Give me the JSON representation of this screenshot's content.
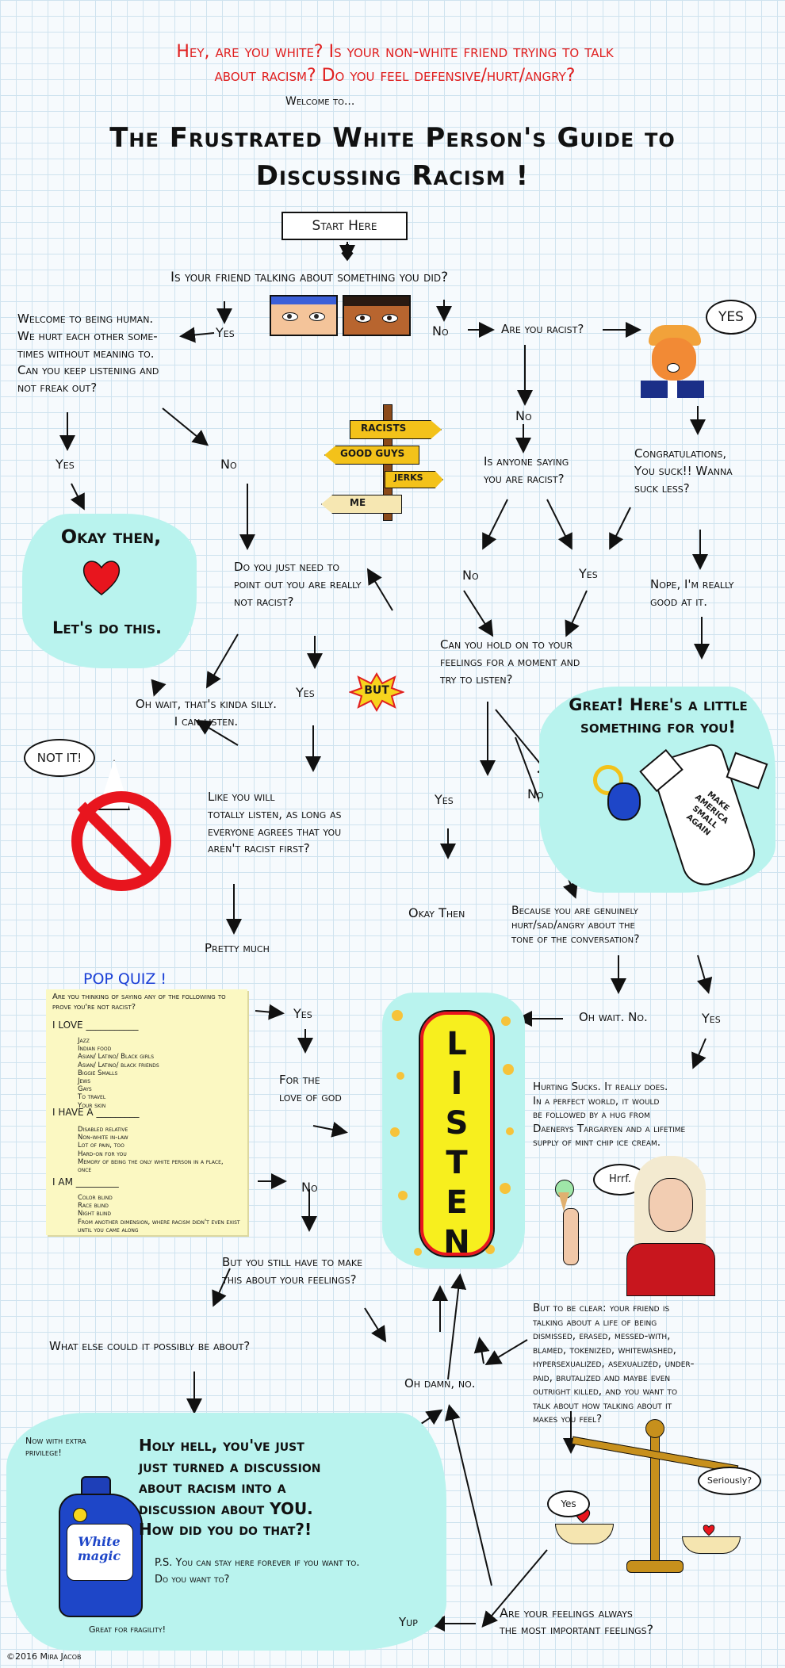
{
  "header": {
    "intro_line1": "Hey, are you white? Is your non-white friend trying to talk",
    "intro_line2": "about racism? Do you feel defensive/hurt/angry?",
    "welcome": "Welcome to...",
    "title_line1": "The Frustrated White Person's Guide to",
    "title_line2": "Discussing Racism !"
  },
  "start_label": "Start Here",
  "q_talking": "Is your friend talking about something you did?",
  "yes": "Yes",
  "no": "No",
  "welcome_human": "Welcome to being human.\nWe hurt each other some-\ntimes without meaning to.\nCan you keep listening and\nnot freak out?",
  "are_you_racist": "Are you racist?",
  "trump_yes": "YES",
  "congrats": "Congratulations,\nYou suck!! Wanna\nsuck less?",
  "anyone_saying": "Is anyone saying\nyou are racist?",
  "nope_good": "Nope, I'm really\ngood at it.",
  "signpost": [
    "RACISTS",
    "GOOD GUYS",
    "JERKS",
    "ME"
  ],
  "okay_then": "Okay then,",
  "lets_do_this": "Let's do this.",
  "point_out": "Do you just need to\npoint out you are really\nnot racist?",
  "but_label": "BUT",
  "hold_on": "Can you hold on to your\nfeelings for a moment and\ntry to listen?",
  "great_gift": "Great! Here's a little\nsomething for you!",
  "onesie_text": "MAKE AMERICA SMALL AGAIN",
  "oh_wait_silly": "Oh wait, that's kinda silly.\nI can listen.",
  "not_it": "NOT IT!",
  "like_you_will": "Like you will\ntotally listen, as long as\neveryone agrees that you\naren't racist first?",
  "okay_then_lower": "Okay Then",
  "because_hurt": "Because you are genuinely\nhurt/sad/angry about the\ntone of the conversation?",
  "pretty_much": "Pretty much",
  "pop_quiz": {
    "title": "POP QUIZ !",
    "question": "Are you thinking of saying any of the following to prove you're not racist?",
    "i_love": "I LOVE ___________",
    "love_items": [
      "Jazz",
      "Indian food",
      "Asian/ Latino/ Black girls",
      "Asian/ Latino/ black friends",
      "Biggie Smalls",
      "Jews",
      "Gays",
      "To travel",
      "Your skin"
    ],
    "i_have": "I HAVE A _________",
    "have_items": [
      "Disabled relative",
      "Non-white in-law",
      "Lot of pain, too",
      "Hard-on for you",
      "Memory of being the only white person in a place, once"
    ],
    "i_am": "I AM _________",
    "am_items": [
      "Color blind",
      "Race blind",
      "Night blind",
      "From another dimension, where racism didn't even exist until you came along"
    ]
  },
  "for_love_of_god": "For the\nlove of god",
  "listen": "LISTEN",
  "oh_wait_no": "Oh wait. No.",
  "hurting_sucks": "Hurting Sucks. It really does.\nIn a perfect world, it would\nbe followed by a hug from\nDaenerys Targaryen and a lifetime\nsupply of mint chip ice cream.",
  "hrrf": "Hrrf.",
  "still_feelings": "But you still have to make\nthis about your feelings?",
  "what_else": "What else could it possibly be about?",
  "oh_damn_no": "Oh damn, no.",
  "to_be_clear": "But to be clear: your friend is\ntalking about a life of being\ndismissed, erased, messed-with,\nblamed, tokenized, whitewashed,\nhypersexualized, asexualized, under-\npaid, brutalized and maybe even\noutright killed, and you want to\ntalk about how talking about it\nmakes you feel?",
  "holy_hell": "Holy hell, you've just\njust turned a discussion\nabout racism into a\ndiscussion about YOU.\nHow did you do that?!",
  "ps": "P.S. You can stay here forever if you want to.\nDo you want to?",
  "detergent": {
    "note": "Now with extra\nprivilege!",
    "brand": "White\nmagic",
    "tagline": "Great for fragility!"
  },
  "scale_yes": "Yes",
  "scale_seriously": "Seriously?",
  "always_important": "Are your feelings always\nthe most important feelings?",
  "yup": "Yup",
  "credit": "©2016 Mira Jacob",
  "colors": {
    "red": "#e02020",
    "aqua": "#b9f3ee",
    "yellow": "#f7ef1e",
    "quiz_bg": "#fbf8c2",
    "blue": "#1a3fd6"
  }
}
